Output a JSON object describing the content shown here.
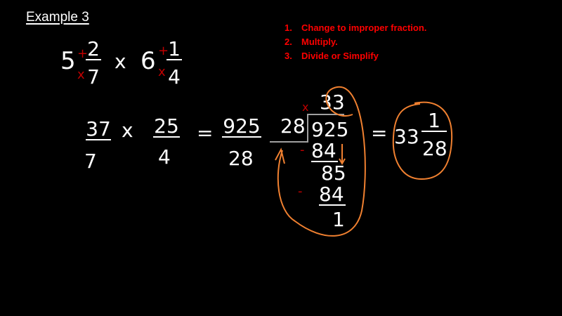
{
  "slide": {
    "title": "Example 3",
    "steps": [
      {
        "num": "1.",
        "text": "Change to improper fraction."
      },
      {
        "num": "2.",
        "text": "Multiply."
      },
      {
        "num": "3.",
        "text": "Divide or Simplify"
      }
    ],
    "row1": {
      "m1_whole": "5",
      "m1_num": "2",
      "m1_den": "7",
      "times": "x",
      "m2_whole": "6",
      "m2_num": "1",
      "m2_den": "4",
      "plus_mark": "+",
      "x_mark": "x"
    },
    "row2": {
      "f1_num": "37",
      "f1_den": "7",
      "times": "x",
      "f2_num": "25",
      "f2_den": "4",
      "equals": "=",
      "f3_num": "925",
      "f3_den": "28"
    },
    "division": {
      "quotient": "33",
      "divisor": "28",
      "dividend": "925",
      "sub1": "84",
      "rem1": "85",
      "sub2": "84",
      "remainder": "1",
      "minus": "-",
      "x_mark": "x"
    },
    "result": {
      "equals": "=",
      "whole": "33",
      "num": "1",
      "den": "28"
    },
    "colors": {
      "background": "#000000",
      "text": "#ffffff",
      "steps": "#ff0000",
      "marks": "#c00000",
      "annotation": "#f08030"
    }
  }
}
